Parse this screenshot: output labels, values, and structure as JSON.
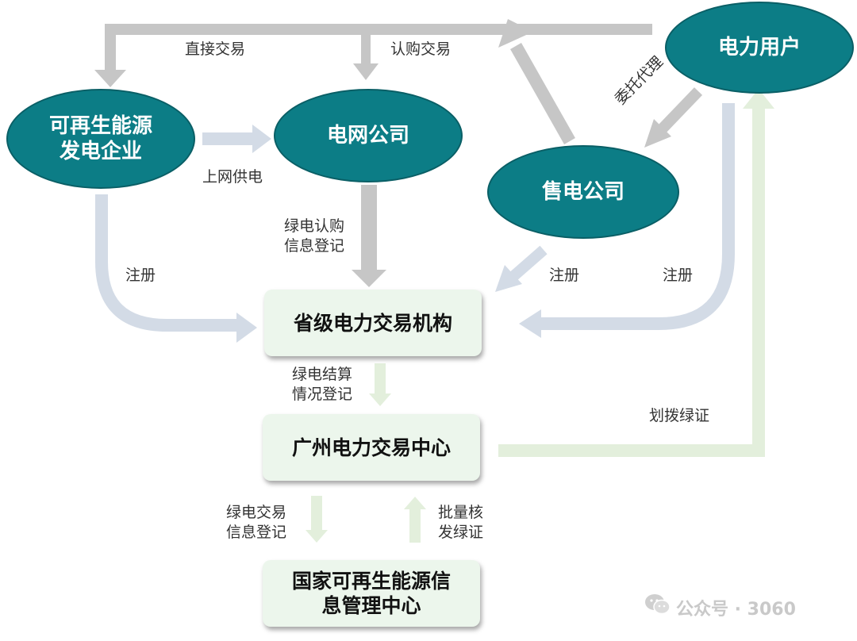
{
  "nodes": {
    "renewable": "可再生能源\n发电企业",
    "grid": "电网公司",
    "seller": "售电公司",
    "user": "电力用户",
    "provincial": "省级电力交易机构",
    "guangzhou": "广州电力交易中心",
    "national": "国家可再生能源信\n息管理中心"
  },
  "labels": {
    "direct_trade": "直接交易",
    "subscribe_trade": "认购交易",
    "grid_supply": "上网供电",
    "entrust_agent": "委托代理",
    "register_left": "注册",
    "green_subscribe_info": "绿电认购\n信息登记",
    "register_seller": "注册",
    "register_user": "注册",
    "green_settlement_info": "绿电结算\n情况登记",
    "allocate_cert": "划拨绿证",
    "green_trade_info": "绿电交易\n信息登记",
    "batch_issue_cert": "批量核\n发绿证"
  },
  "watermark": {
    "text": "公众号 · 3060"
  },
  "colors": {
    "ellipse_fill": "#0c7d86",
    "box_fill": "#ecf6ec",
    "arrow_gray": "#c6c6c6",
    "arrow_blue": "#d3dbe6",
    "arrow_green": "#e3efdc"
  }
}
